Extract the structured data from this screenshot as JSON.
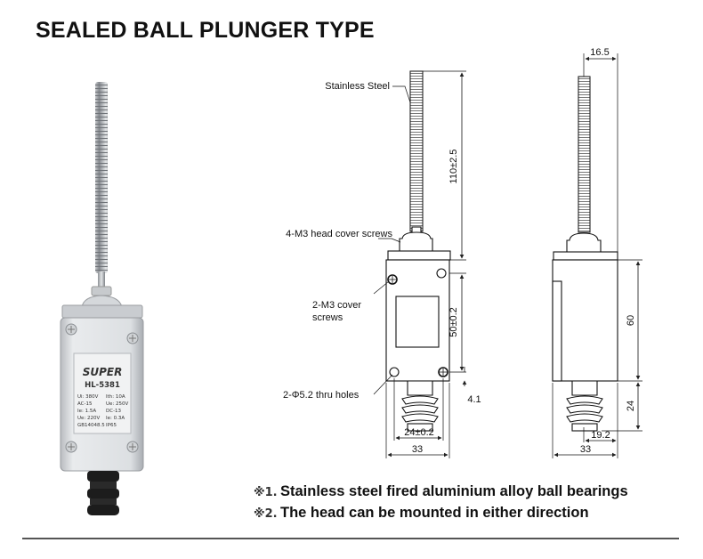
{
  "title": "SEALED BALL PLUNGER TYPE",
  "product": {
    "brand": "SUPER",
    "model": "HL-5381",
    "specs": [
      [
        "Ui: 380V",
        "Ith: 10A"
      ],
      [
        "AC-15",
        "Ue: 250V"
      ],
      [
        "Ie: 1.5A",
        "DC-13"
      ],
      [
        "Ue: 220V",
        "Ie: 0.3A"
      ],
      [
        "GB14048.5",
        "IP65"
      ]
    ]
  },
  "front_view": {
    "callouts": {
      "stainless": "Stainless Steel",
      "head_screws": "4-M3 head cover screws",
      "cover_screws_1": "2-M3 cover",
      "cover_screws_2": "screws",
      "thru_holes": "2-Φ5.2 thru holes"
    },
    "dims": {
      "rod_length": "110±2.5",
      "hole_pitch_v": "50±0.2",
      "hole_pitch_h": "24±0.2",
      "width": "33",
      "offset": "4.1"
    }
  },
  "side_view": {
    "dims": {
      "rod_offset": "16.5",
      "body_height": "60",
      "plunger_height": "24",
      "plunger_offset": "19.2",
      "width": "33"
    }
  },
  "notes": [
    {
      "mark": "※1.",
      "text": "Stainless steel fired aluminium alloy ball bearings"
    },
    {
      "mark": "※2.",
      "text": "The head can be mounted in either direction"
    }
  ]
}
